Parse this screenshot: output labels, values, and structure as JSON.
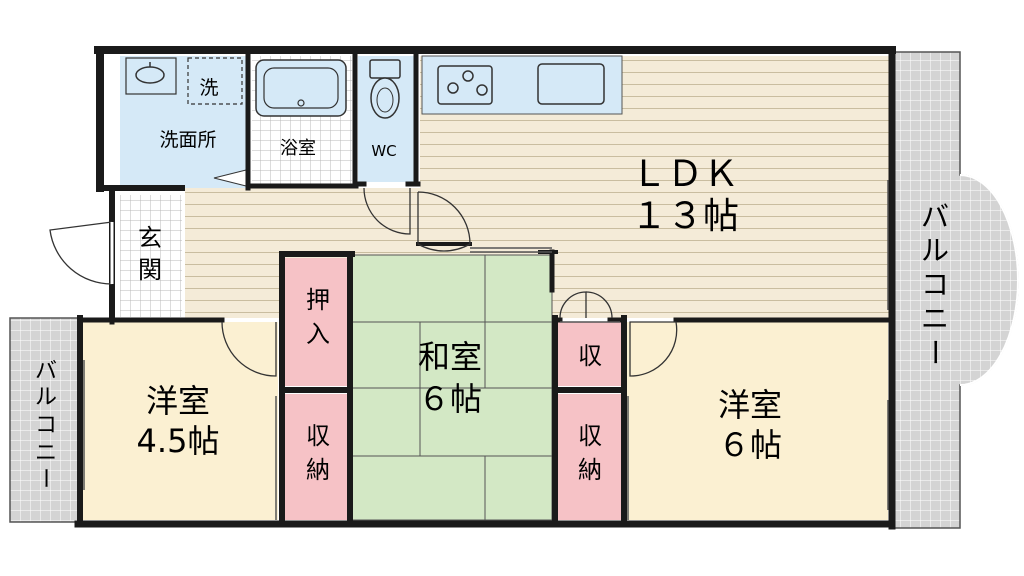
{
  "rooms": {
    "ldk": {
      "name": "ＬＤＫ",
      "size": "１３帖"
    },
    "washroom": {
      "name": "洗面所",
      "washer": "洗"
    },
    "bathroom": {
      "name": "浴室"
    },
    "toilet": {
      "name": "WC"
    },
    "entrance": {
      "char1": "玄",
      "char2": "関"
    },
    "western_left": {
      "name": "洋室",
      "size": "4.5帖"
    },
    "western_right": {
      "name": "洋室",
      "size": "６帖"
    },
    "japanese": {
      "name": "和室",
      "size": "６帖"
    },
    "oshiire": {
      "char1": "押",
      "char2": "入"
    },
    "storage_left": {
      "char1": "収",
      "char2": "納"
    },
    "storage_right": {
      "char1": "収",
      "char2": "納"
    },
    "storage_small": {
      "name": "収"
    }
  },
  "balcony_right": {
    "chars": [
      "バ",
      "ル",
      "コ",
      "ニ",
      "ー"
    ]
  },
  "balcony_left": {
    "chars": [
      "バ",
      "ル",
      "コ",
      "ニ",
      "ー"
    ]
  },
  "colors": {
    "wall": "#1a1a1a",
    "wood_floor": "#f4ebd8",
    "wood_line": "#c9bda0",
    "blue_area": "#d5e9f7",
    "western_floor": "#fbf0d2",
    "tatami": "#d3e8c5",
    "storage": "#f6c2c6",
    "balcony": "#d4d4d4",
    "balcony_grid": "#ffffff"
  }
}
